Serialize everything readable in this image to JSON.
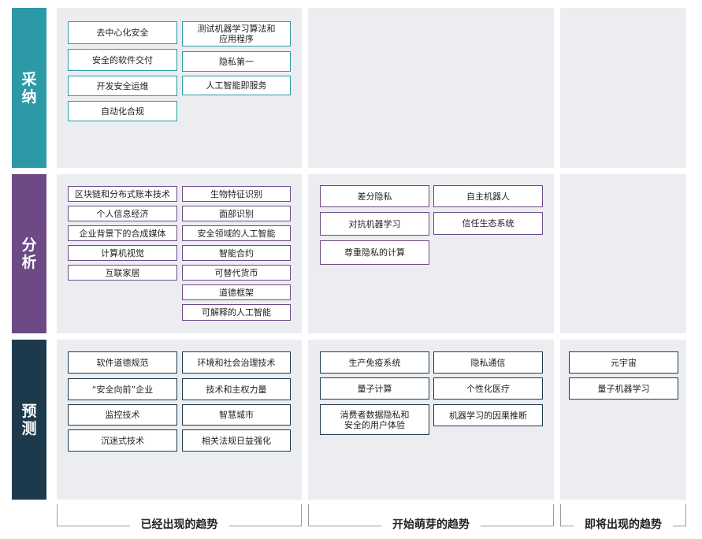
{
  "rows": [
    {
      "label": "采纳",
      "color": "#2c9aa6"
    },
    {
      "label": "分析",
      "color": "#6d4a86"
    },
    {
      "label": "预测",
      "color": "#1d3a4c"
    }
  ],
  "columns": [
    "已经出现的趋势",
    "开始萌芽的趋势",
    "即将出现的趋势"
  ],
  "cells": {
    "adopt_emerged": [
      "去中心化安全",
      "测试机器学习算法和\n应用程序",
      "安全的软件交付",
      "隐私第一",
      "开发安全运维",
      "人工智能即服务",
      "自动化合规"
    ],
    "analyze_emerged": [
      "区块链和分布式账本技术",
      "生物特征识别",
      "个人信息经济",
      "面部识别",
      "企业背景下的合成媒体",
      "安全领域的人工智能",
      "计算机视觉",
      "智能合约",
      "互联家居",
      "可替代货币",
      "道德框架",
      "可解释的人工智能"
    ],
    "analyze_budding": [
      "差分隐私",
      "自主机器人",
      "对抗机器学习",
      "信任生态系统",
      "尊重隐私的计算"
    ],
    "anticipate_emerged": [
      "软件道德规范",
      "环境和社会治理技术",
      "“安全向前”企业",
      "技术和主权力量",
      "监控技术",
      "智慧城市",
      "沉迷式技术",
      "相关法规日益强化"
    ],
    "anticipate_budding": [
      "生产免疫系统",
      "隐私通信",
      "量子计算",
      "个性化医疗",
      "消费者数据隐私和\n安全的用户体验",
      "机器学习的因果推断"
    ],
    "anticipate_upcoming": [
      "元宇宙",
      "量子机器学习"
    ]
  }
}
